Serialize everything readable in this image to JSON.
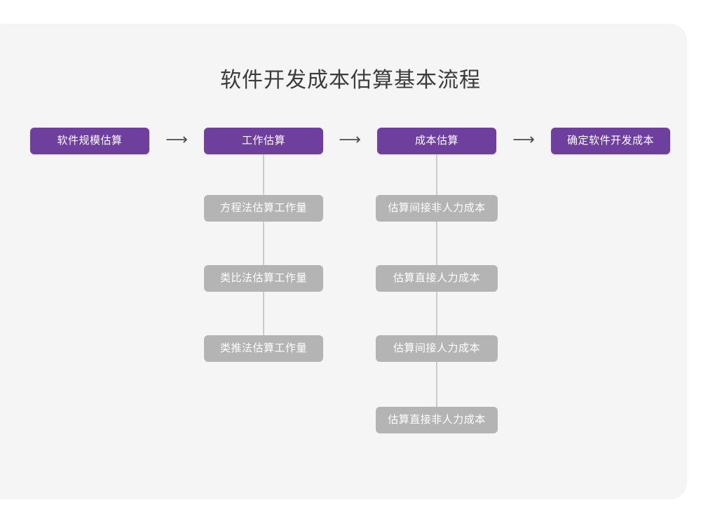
{
  "page": {
    "background": "#ffffff",
    "card_background": "#f5f5f5",
    "accent_purple": "#6f3f9e",
    "muted_gray": "#b4b4b4",
    "line_gray": "#cccccc",
    "title_color": "#3b3b3b"
  },
  "title": "软件开发成本估算基本流程",
  "arrow_glyph": "⟶",
  "stages": [
    {
      "label": "软件规模估算"
    },
    {
      "label": "工作估算"
    },
    {
      "label": "成本估算"
    },
    {
      "label": "确定软件开发成本"
    }
  ],
  "branches": {
    "effort": {
      "parent": "工作估算",
      "items": [
        {
          "label": "方程法估算工作量"
        },
        {
          "label": "类比法估算工作量"
        },
        {
          "label": "类推法估算工作量"
        }
      ]
    },
    "cost": {
      "parent": "成本估算",
      "items": [
        {
          "label": "估算间接非人力成本"
        },
        {
          "label": "估算直接人力成本"
        },
        {
          "label": "估算间接人力成本"
        },
        {
          "label": "估算直接非人力成本"
        }
      ]
    }
  }
}
